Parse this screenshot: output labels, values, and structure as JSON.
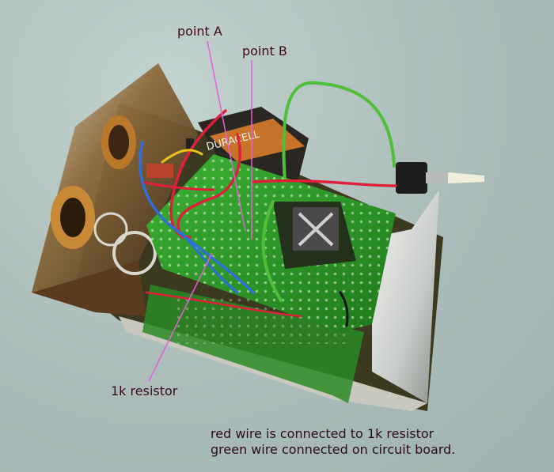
{
  "labels": {
    "point_a": "point A",
    "point_b": "point B",
    "resistor": "1k resistor"
  },
  "caption": {
    "line1": "red wire is connected to 1k resistor",
    "line2": "green wire connected on circuit board."
  },
  "battery_text": "DURACELL",
  "colors": {
    "background": "#aebfbc",
    "label_text": "#3a0a1c",
    "pointer_line": "#e85fd6",
    "pcb_green": "#2f9a2a",
    "red_wire": "#e0203a",
    "green_wire": "#4fbf3a",
    "blue_wire": "#2f6fd8",
    "yellow_wire": "#e8c21a"
  },
  "icons": [
    "toggle-switch-icon",
    "audio-jack-icon",
    "battery-icon",
    "circuit-board-icon"
  ]
}
